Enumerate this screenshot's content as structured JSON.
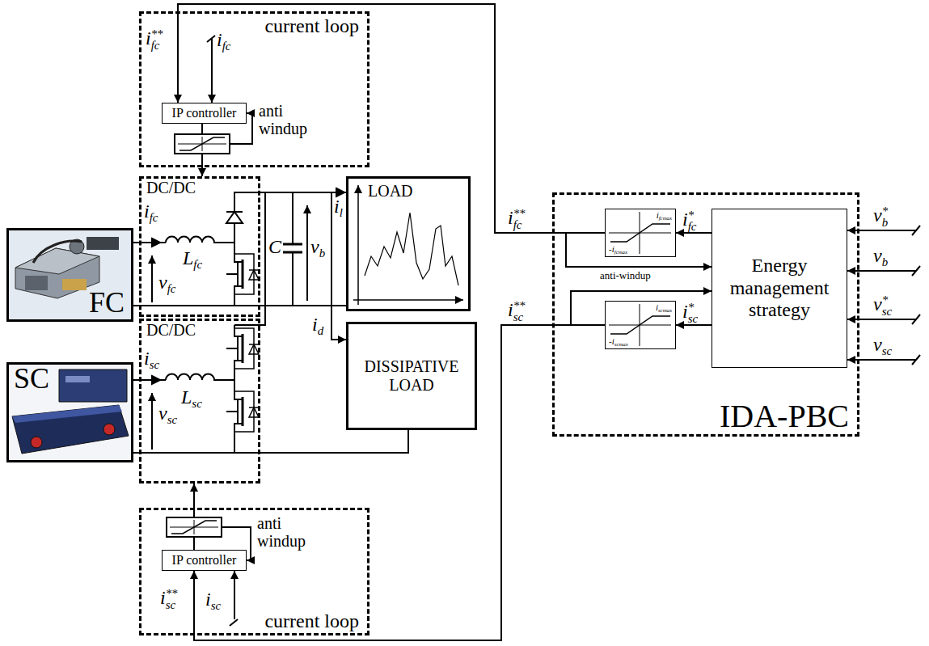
{
  "diagram": {
    "nodes": [
      {
        "text": [
          "current loop"
        ]
      },
      {
        "text": [
          "IP controller"
        ],
        "in": 0
      },
      {
        "text": [
          "DC/DC"
        ]
      },
      {
        "text": [
          "FC"
        ]
      },
      {
        "text": [
          "LOAD"
        ]
      },
      {
        "text": [
          "DC/DC"
        ]
      },
      {
        "text": [
          "SC"
        ]
      },
      {
        "text": [
          "DISSIPATIVE LOAD"
        ]
      },
      {
        "text": [
          "current loop"
        ]
      },
      {
        "text": [
          "IP controller"
        ],
        "in": 8
      },
      {
        "text": [
          "IDA-PBC"
        ]
      },
      {
        "text": [
          "ifcmax",
          "-ifcmax"
        ],
        "in": 10
      },
      {
        "text": [
          "Energy management strategy"
        ],
        "in": 10
      },
      {
        "text": [
          "iscmax",
          "-iscmax"
        ],
        "in": 10
      }
    ],
    "edges": [
      {
        "from": 1,
        "to": 2,
        "arrow": "to"
      },
      {
        "from": 2,
        "to": 4,
        "arrow": "none"
      },
      {
        "from": 5,
        "to": 7,
        "arrow": "none"
      },
      {
        "from": 9,
        "to": 5,
        "arrow": "to"
      },
      {
        "from": 11,
        "to": 1,
        "arrow": "to"
      },
      {
        "from": 12,
        "to": 11,
        "arrow": "to"
      },
      {
        "from": 11,
        "to": 12,
        "arrow": "to"
      },
      {
        "from": 12,
        "to": 13,
        "arrow": "to"
      },
      {
        "from": 13,
        "to": 12,
        "arrow": "to"
      },
      {
        "from": 13,
        "to": 9,
        "arrow": "to"
      }
    ],
    "labels": [
      "i**fc",
      "ifc",
      "anti windup",
      "ifc",
      "Lfc",
      "vfc",
      "C",
      "vb",
      "il",
      "id",
      "isc",
      "Lsc",
      "vsc",
      "anti windup",
      "i**sc",
      "isc",
      "i**fc",
      "i*fc",
      "anti-windup",
      "i**sc",
      "i*sc",
      "v*b",
      "vb",
      "v*sc",
      "vsc"
    ]
  }
}
